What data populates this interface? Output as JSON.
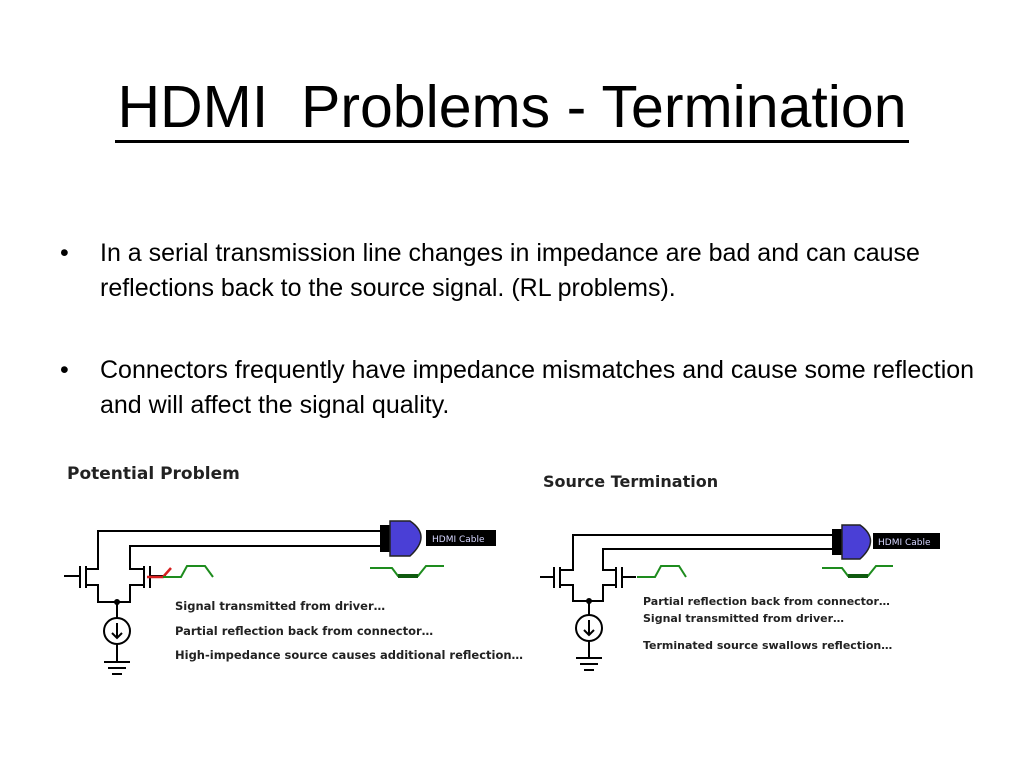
{
  "slide": {
    "title": "HDMI  Problems - Termination",
    "bullets": [
      "In a serial transmission line changes in impedance are bad and can cause reflections back to the source signal. (RL problems).",
      "Connectors frequently have impedance mismatches and cause some reflection and will affect the signal quality."
    ],
    "bullet_glyph": "•"
  },
  "diagrams": {
    "potential_problem": {
      "heading": "Potential Problem",
      "cable_label": "HDMI Cable",
      "notes": [
        "Signal transmitted from driver…",
        "Partial reflection back from connector…",
        "High-impedance source causes additional reflection…"
      ]
    },
    "source_termination": {
      "heading": "Source Termination",
      "cable_label": "HDMI Cable",
      "notes": [
        "Partial reflection back from connector…",
        "Signal transmitted from driver…",
        "Terminated source swallows reflection…"
      ]
    }
  },
  "colors": {
    "wire": "#000000",
    "connector": "#4a3fd6",
    "cable": "#000000",
    "signal": "#1e8c1e",
    "reflection": "#d62020"
  }
}
